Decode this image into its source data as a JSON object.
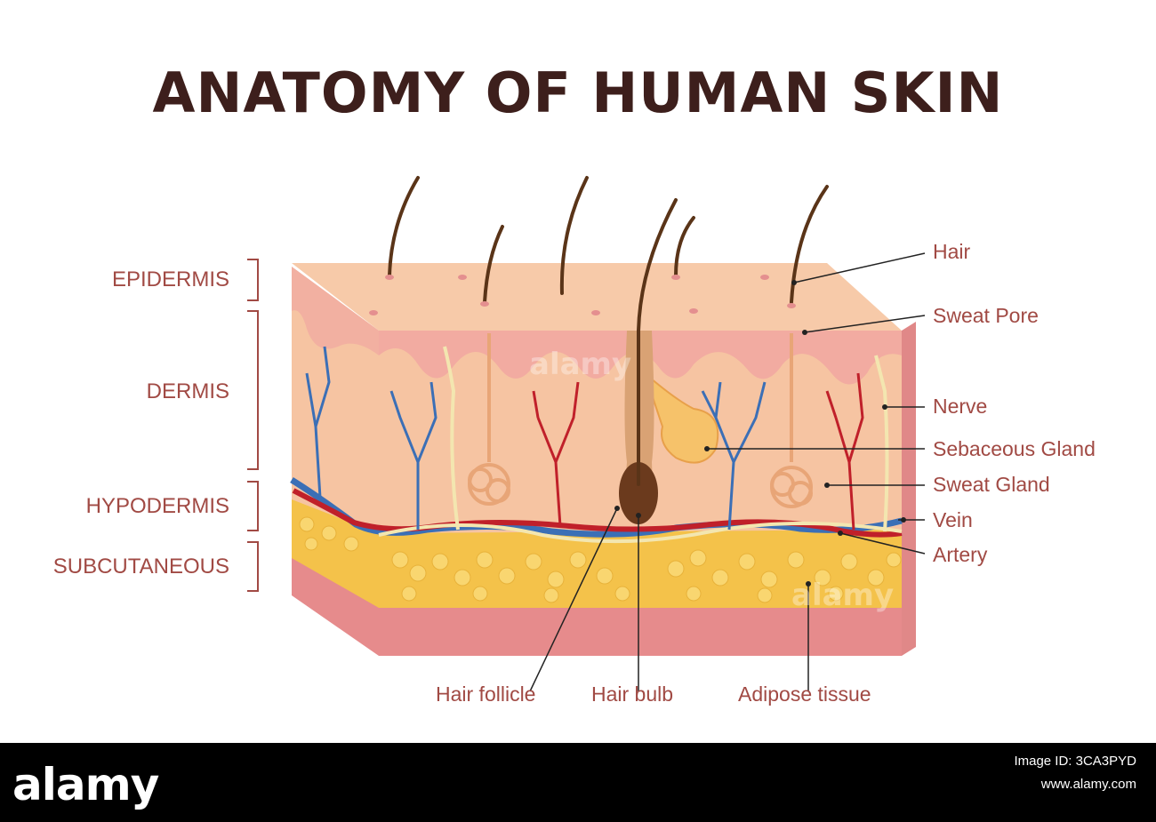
{
  "title": "ANATOMY OF HUMAN SKIN",
  "layers": {
    "epidermis": "EPIDERMIS",
    "dermis": "DERMIS",
    "hypodermis": "HYPODERMIS",
    "subcutaneous": "SUBCUTANEOUS"
  },
  "callouts": {
    "hair": "Hair",
    "sweat_pore": "Sweat Pore",
    "nerve": "Nerve",
    "sebaceous_gland": "Sebaceous Gland",
    "sweat_gland": "Sweat Gland",
    "vein": "Vein",
    "artery": "Artery"
  },
  "bottom_labels": {
    "hair_follicle": "Hair follicle",
    "hair_bulb": "Hair bulb",
    "adipose_tissue": "Adipose tissue"
  },
  "footer": {
    "brand": "alamy",
    "image_id_label": "Image ID: 3CA3PYD",
    "site": "www.alamy.com"
  },
  "colors": {
    "title": "#3d1f1c",
    "label": "#a14a44",
    "epidermis": "#f6c6a6",
    "dermis": "#f7c9a9",
    "fat": "#f5c84c",
    "base": "#e58a8a",
    "vein": "#3b6fb6",
    "artery": "#c0202a",
    "hair": "#5a3418",
    "nerve": "#f3e6b0"
  },
  "watermarks": [
    "alamy",
    "alamy"
  ]
}
